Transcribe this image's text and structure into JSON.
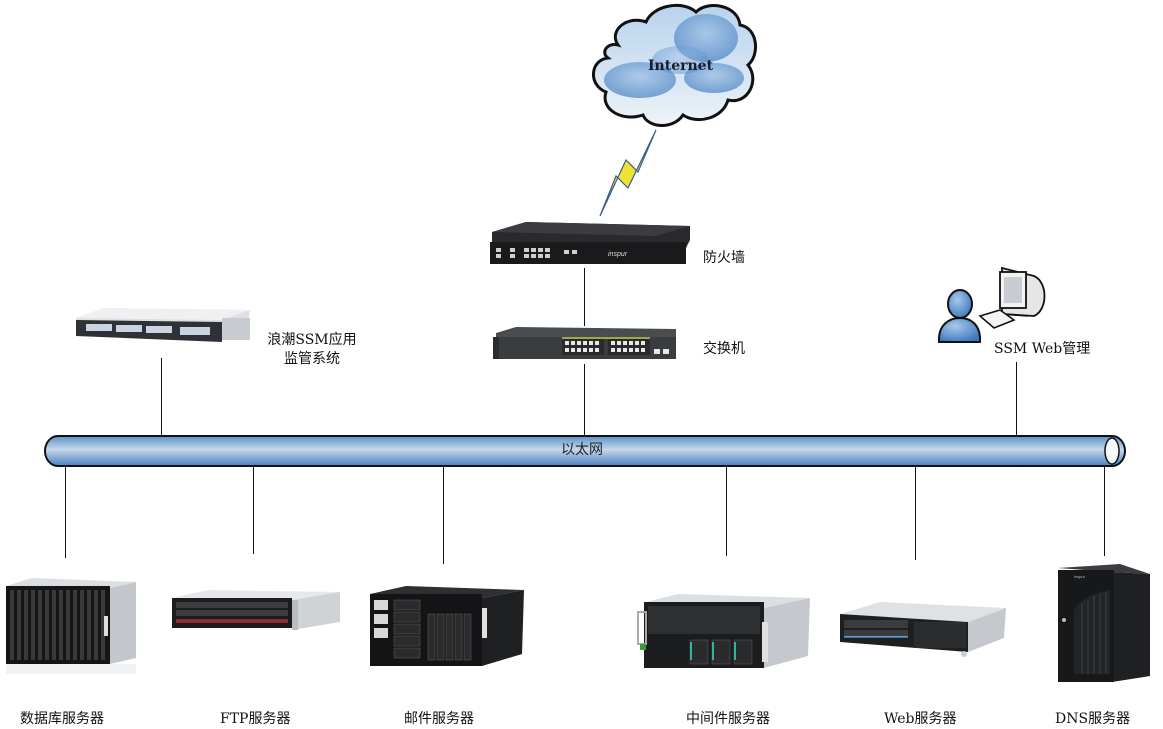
{
  "diagram": {
    "type": "network-topology",
    "internet": {
      "label": "Internet"
    },
    "backbone": {
      "label": "以太网"
    },
    "top_nodes": [
      {
        "id": "firewall",
        "label": "防火墙"
      },
      {
        "id": "switch",
        "label": "交换机"
      },
      {
        "id": "ssm-monitor",
        "label_line1": "浪潮SSM应用",
        "label_line2": "监管系统"
      },
      {
        "id": "ssm-web",
        "label": "SSM Web管理"
      }
    ],
    "servers": [
      {
        "id": "database",
        "label": "数据库服务器"
      },
      {
        "id": "ftp",
        "label": "FTP服务器"
      },
      {
        "id": "mail",
        "label": "邮件服务器"
      },
      {
        "id": "middleware",
        "label": "中间件服务器"
      },
      {
        "id": "web",
        "label": "Web服务器"
      },
      {
        "id": "dns",
        "label": "DNS服务器"
      }
    ],
    "links": [
      [
        "internet",
        "firewall"
      ],
      [
        "firewall",
        "switch"
      ],
      [
        "switch",
        "backbone"
      ],
      [
        "ssm-monitor",
        "backbone"
      ],
      [
        "ssm-web",
        "backbone"
      ],
      [
        "database",
        "backbone"
      ],
      [
        "ftp",
        "backbone"
      ],
      [
        "mail",
        "backbone"
      ],
      [
        "middleware",
        "backbone"
      ],
      [
        "web",
        "backbone"
      ],
      [
        "dns",
        "backbone"
      ]
    ],
    "colors": {
      "cloud_blue": "#7aaad8",
      "backbone_blue": "#8fb4dc",
      "bolt_yellow": "#e8e020",
      "device_dark": "#1c1c1e",
      "device_silver": "#d9dcdf"
    }
  }
}
